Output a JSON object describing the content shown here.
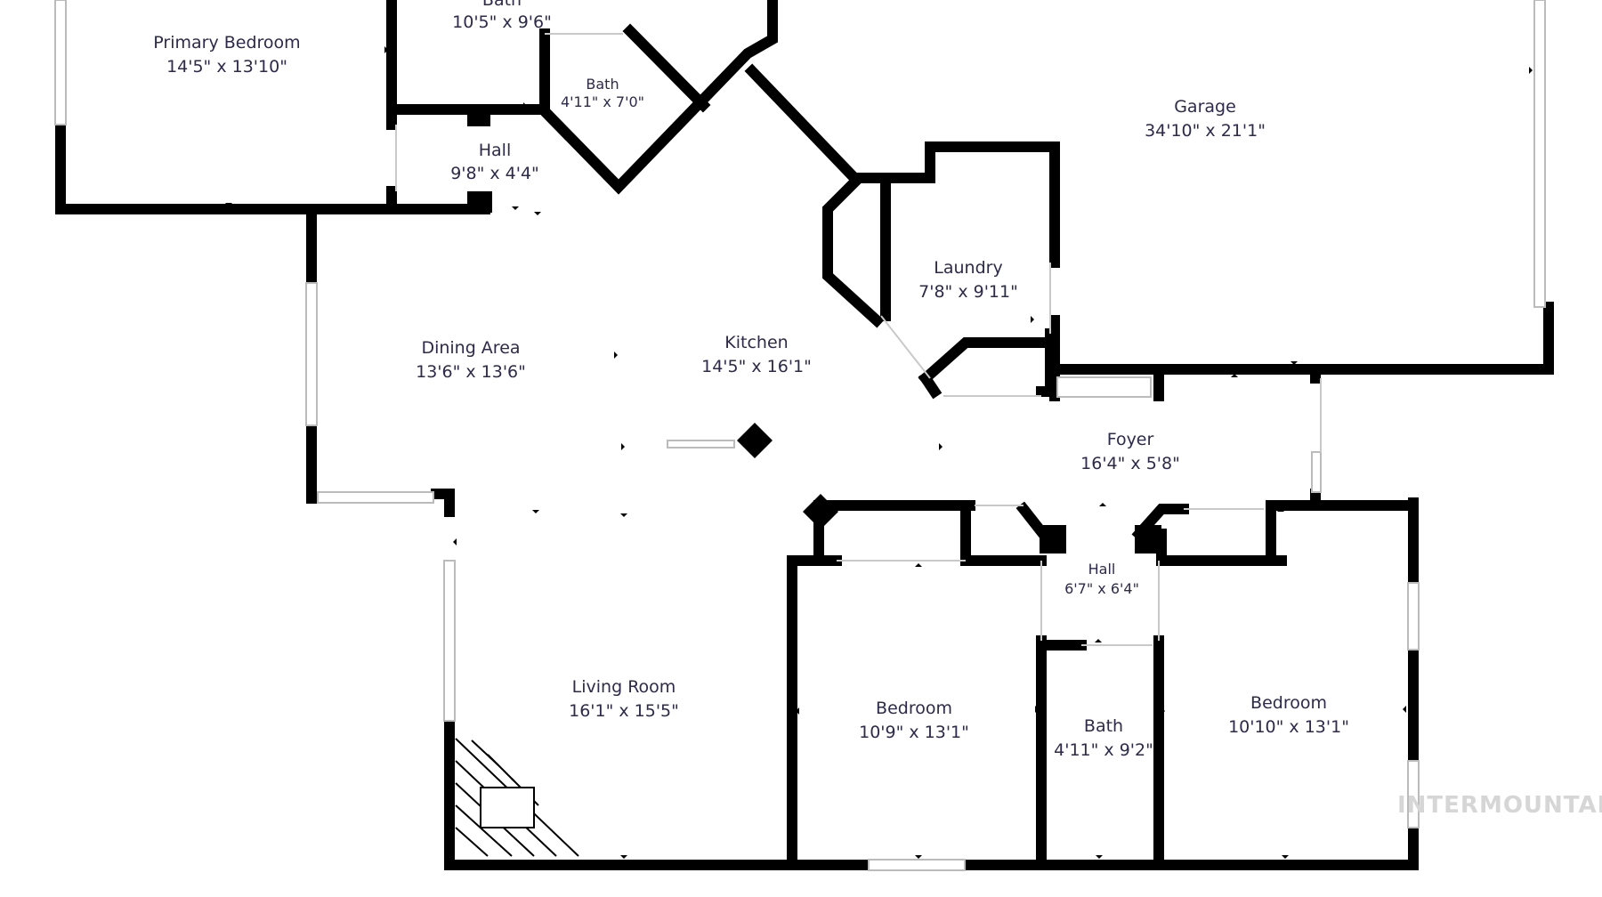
{
  "rooms": [
    {
      "name": "Primary Bedroom",
      "dims": "14'5\" x 13'10\""
    },
    {
      "name": "Bath",
      "dims": "10'5\" x 9'6\""
    },
    {
      "name": "Bath",
      "dims": "4'11\" x 7'0\""
    },
    {
      "name": "Hall",
      "dims": "9'8\" x 4'4\""
    },
    {
      "name": "Garage",
      "dims": "34'10\" x 21'1\""
    },
    {
      "name": "Laundry",
      "dims": "7'8\" x 9'11\""
    },
    {
      "name": "Dining Area",
      "dims": "13'6\" x 13'6\""
    },
    {
      "name": "Kitchen",
      "dims": "14'5\" x 16'1\""
    },
    {
      "name": "Foyer",
      "dims": "16'4\" x 5'8\""
    },
    {
      "name": "Hall",
      "dims": "6'7\" x 6'4\""
    },
    {
      "name": "Living Room",
      "dims": "16'1\" x 15'5\""
    },
    {
      "name": "Bedroom",
      "dims": "10'9\" x 13'1\""
    },
    {
      "name": "Bath",
      "dims": "4'11\" x 9'2\""
    },
    {
      "name": "Bedroom",
      "dims": "10'10\" x 13'1\""
    }
  ],
  "watermark": "INTERMOUNTAIN",
  "colors": {
    "wall": "#000000",
    "label": "#2d2a4a",
    "watermark": "#d6d6d6"
  }
}
